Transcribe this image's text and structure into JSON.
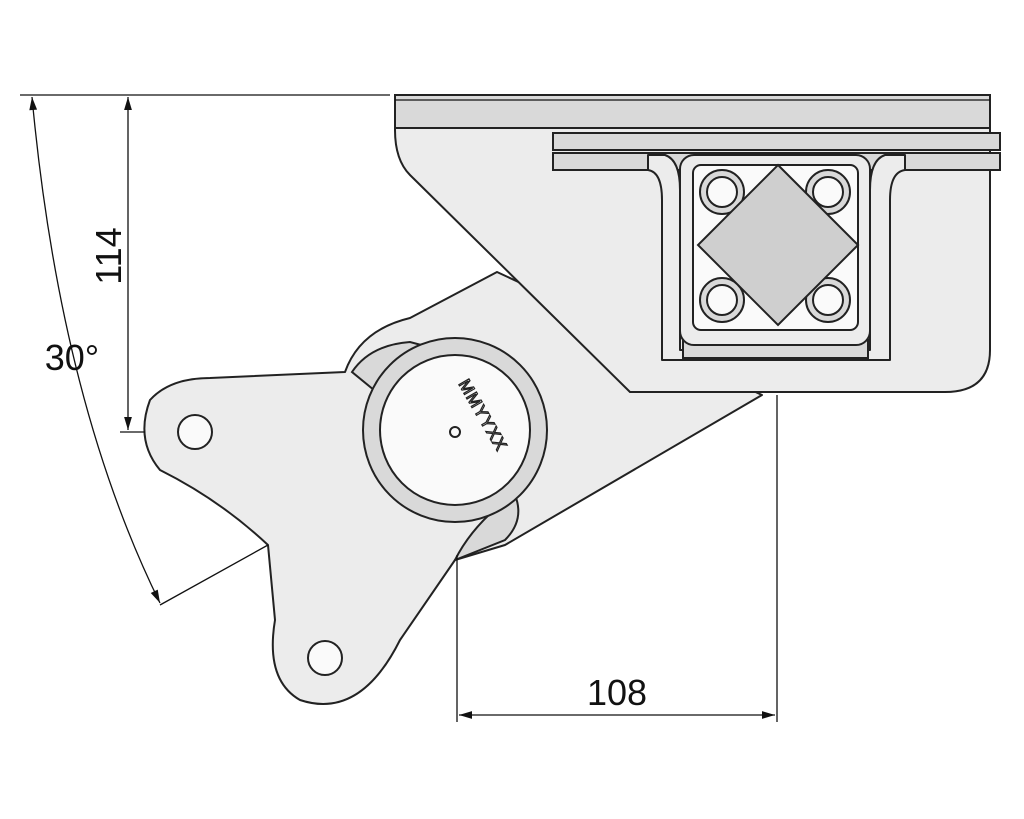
{
  "drawing": {
    "dimensions": {
      "height": "114",
      "angle": "30°",
      "width": "108"
    },
    "part_marking": "MMYYXX",
    "colors": {
      "part_fill": "#ececec",
      "shade": "#d9d9d9",
      "line": "#222222"
    }
  }
}
